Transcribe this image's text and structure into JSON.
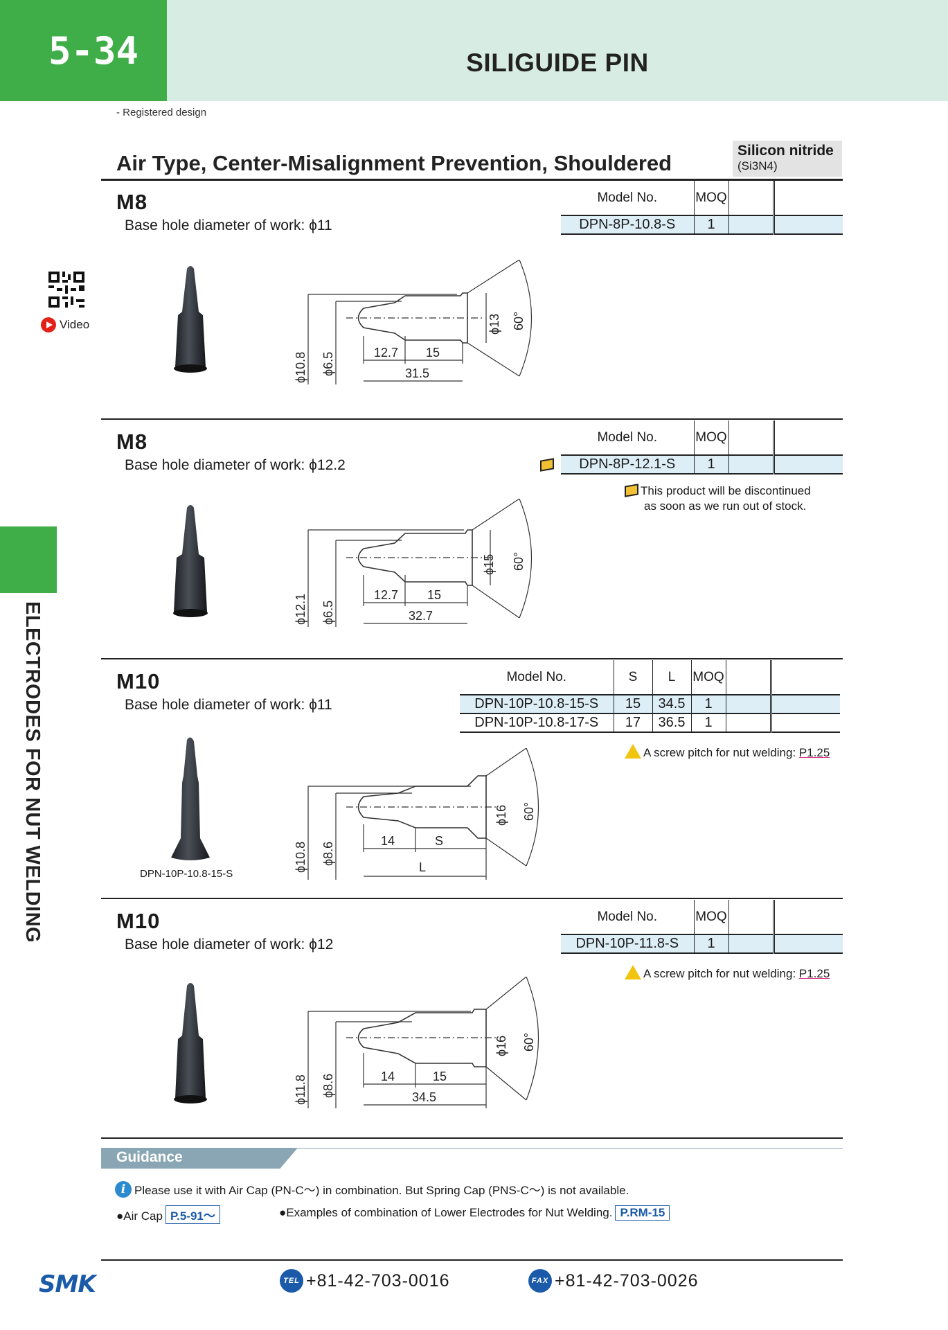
{
  "header": {
    "page_number": "5-34",
    "title": "SILIGUIDE PIN"
  },
  "registered": "- Registered design",
  "side_label": "ELECTRODES FOR NUT WELDING",
  "video_label": "Video",
  "section": {
    "title": "Air Type, Center-Misalignment Prevention, Shouldered",
    "material": "Silicon nitride",
    "material_formula": "(Si3N4)"
  },
  "blocks": [
    {
      "size": "M8",
      "base": "Base hole diameter of work: ϕ11",
      "headers": [
        "Model No.",
        "MOQ"
      ],
      "rows": [
        [
          "DPN-8P-10.8-S",
          "1"
        ]
      ],
      "dims": {
        "d_outer": "ϕ10.8",
        "d_tip": "ϕ6.5",
        "d_head": "ϕ13",
        "angle": "60°",
        "a": "12.7",
        "b": "15",
        "total": "31.5"
      }
    },
    {
      "size": "M8",
      "base": "Base hole diameter of work: ϕ12.2",
      "headers": [
        "Model No.",
        "MOQ"
      ],
      "rows": [
        [
          "DPN-8P-12.1-S",
          "1"
        ]
      ],
      "note1": "This product will be discontinued",
      "note2": "as soon as we run out of stock.",
      "dims": {
        "d_outer": "ϕ12.1",
        "d_tip": "ϕ6.5",
        "d_head": "ϕ15",
        "angle": "60°",
        "a": "12.7",
        "b": "15",
        "total": "32.7"
      }
    },
    {
      "size": "M10",
      "base": "Base hole diameter of work: ϕ11",
      "headers": [
        "Model No.",
        "S",
        "L",
        "MOQ"
      ],
      "rows": [
        [
          "DPN-10P-10.8-15-S",
          "15",
          "34.5",
          "1"
        ],
        [
          "DPN-10P-10.8-17-S",
          "17",
          "36.5",
          "1"
        ]
      ],
      "note_prefix": "A screw pitch for nut welding: ",
      "note_pitch": "P1.25",
      "caption": "DPN-10P-10.8-15-S",
      "dims": {
        "d_outer": "ϕ10.8",
        "d_tip": "ϕ8.6",
        "d_head": "ϕ16",
        "angle": "60°",
        "a": "14",
        "b": "S",
        "total": "L"
      }
    },
    {
      "size": "M10",
      "base": "Base hole diameter of work: ϕ12",
      "headers": [
        "Model No.",
        "MOQ"
      ],
      "rows": [
        [
          "DPN-10P-11.8-S",
          "1"
        ]
      ],
      "note_prefix": "A screw pitch for nut welding: ",
      "note_pitch": "P1.25",
      "dims": {
        "d_outer": "ϕ11.8",
        "d_tip": "ϕ8.6",
        "d_head": "ϕ16",
        "angle": "60°",
        "a": "14",
        "b": "15",
        "total": "34.5"
      }
    }
  ],
  "guidance": {
    "title": "Guidance",
    "info": "Please use it with Air Cap (PN-C〜) in combination. But Spring Cap (PNS-C〜) is not available.",
    "ref1_label": "●Air Cap",
    "ref1_tag": "P.5-91〜",
    "ref2_label": "●Examples of combination of Lower Electrodes for Nut Welding.",
    "ref2_tag": "P.RM-15"
  },
  "footer": {
    "logo": "SMK",
    "tel": "+81-42-703-0016",
    "fax": "+81-42-703-0026",
    "tel_badge": "TEL",
    "fax_badge": "FAX"
  }
}
